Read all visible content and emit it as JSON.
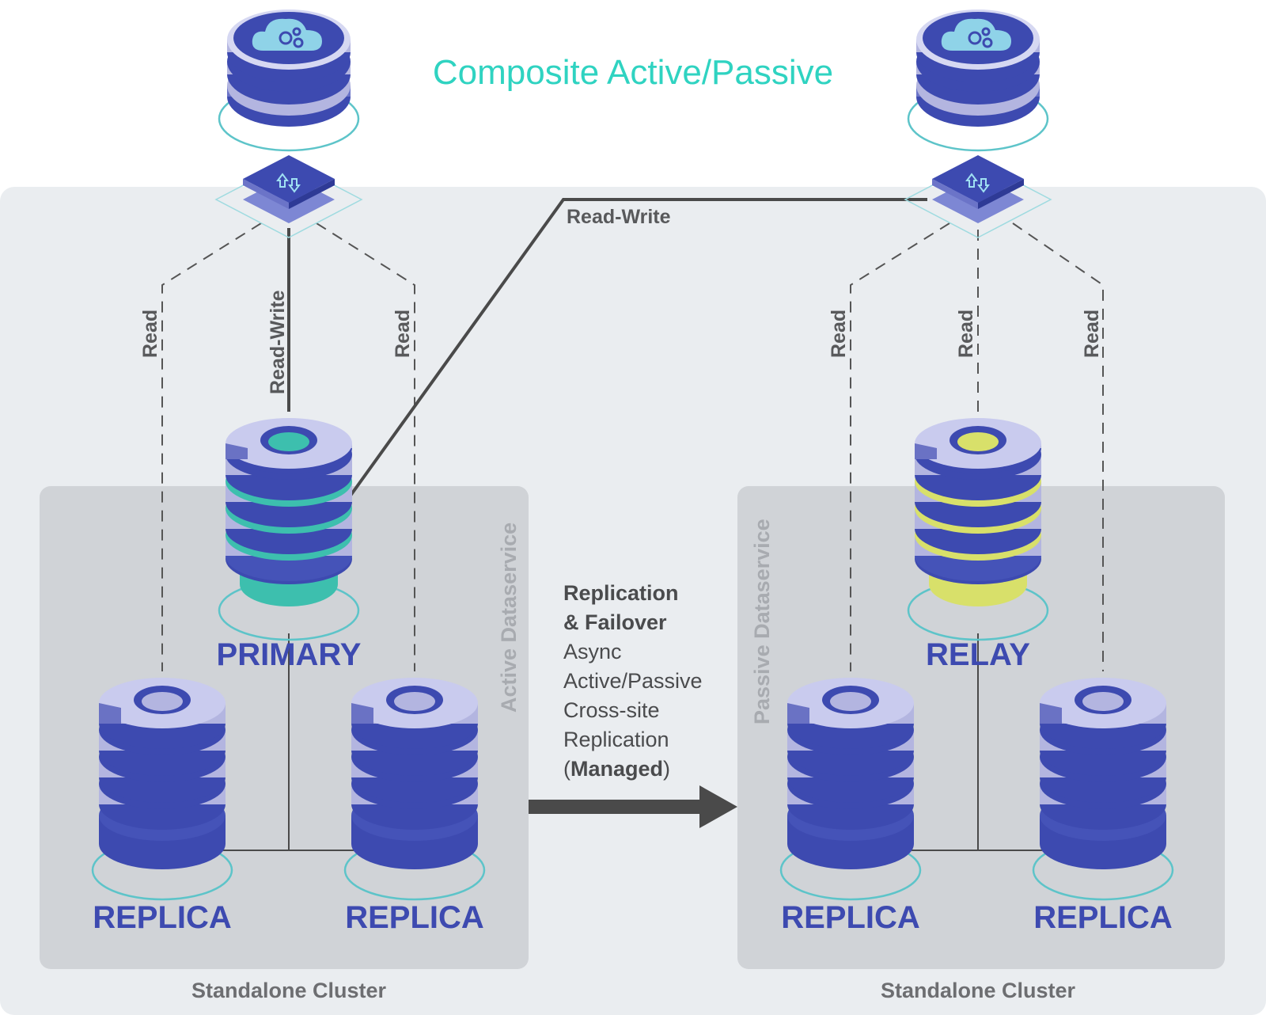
{
  "title": "Composite Active/Passive",
  "colors": {
    "title": "#2fd3c1",
    "primary_accent": "#3dbfae",
    "relay_accent": "#d8e06a",
    "node_label": "#3d4ab0",
    "disk_light": "#b3b5e0",
    "disk_dark": "#3d4ab0",
    "outer_panel": "#eaedf0",
    "inner_panel": "#d0d3d7"
  },
  "icons": {
    "connector": "cloud-gears-icon",
    "router": "up-down-arrows-icon",
    "database": "database-stack-icon"
  },
  "connections": {
    "read": "Read",
    "read_write": "Read-Write",
    "cross_read_write": "Read-Write"
  },
  "active_site": {
    "dataservice_label": "Active Dataservice",
    "cluster_label": "Standalone Cluster",
    "primary_label": "PRIMARY",
    "replica_left_label": "REPLICA",
    "replica_right_label": "REPLICA"
  },
  "passive_site": {
    "dataservice_label": "Passive Dataservice",
    "cluster_label": "Standalone Cluster",
    "relay_label": "RELAY",
    "replica_left_label": "REPLICA",
    "replica_right_label": "REPLICA"
  },
  "replication": {
    "heading_line1": "Replication",
    "heading_line2": "& Failover",
    "line1": "Async",
    "line2": "Active/Passive",
    "line3": "Cross-site",
    "line4": "Replication",
    "managed_open": "(",
    "managed": "Managed",
    "managed_close": ")"
  }
}
